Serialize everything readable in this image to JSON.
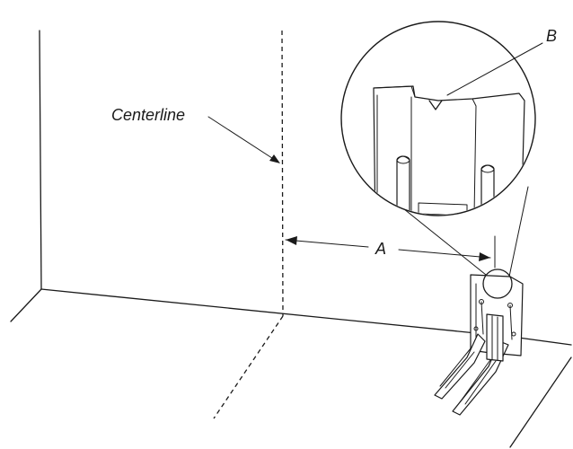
{
  "diagram": {
    "labels": {
      "centerline": "Centerline",
      "a": "A",
      "b": "B"
    },
    "colors": {
      "ink": "#1a1a1a",
      "background": "#ffffff"
    }
  }
}
